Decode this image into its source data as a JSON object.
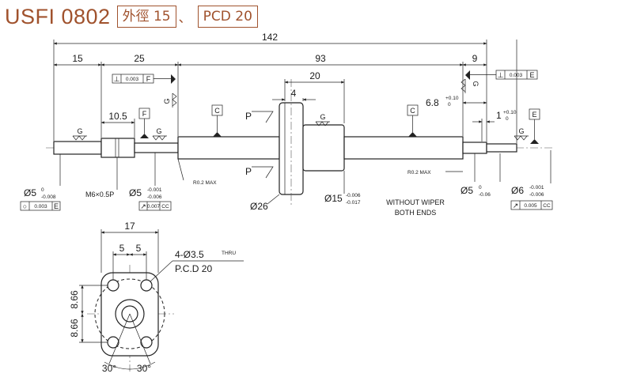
{
  "title": {
    "model": "USFI 0802",
    "tag1": "外徑 15",
    "separator": "、",
    "tag2": "PCD 20"
  },
  "dimensions": {
    "overall": "142",
    "left_end": "15",
    "journal": "25",
    "middle": "93",
    "right_end": "9",
    "flange_len": "20",
    "flange_th": "4",
    "dist": "6.8",
    "dist_upper": "+0.10",
    "dist_lower": "0",
    "step": "1",
    "step_upper": "+0.10",
    "step_lower": "0",
    "pilot": "10.5"
  },
  "labels": {
    "d5": "Ø5",
    "d5_tol_up": "0",
    "d5_tol_low": "-0.008",
    "thread": "M6×0.5P",
    "d5b": "Ø5",
    "d5b_tol_up": "-0.001",
    "d5b_tol_low": "-0.006",
    "r_left": "R0.2 MAX",
    "r_right": "R0.2 MAX",
    "d26": "Ø26",
    "d15": "Ø15",
    "d15_tol_up": "-0.006",
    "d15_tol_low": "-0.017",
    "wiper_1": "WITHOUT WIPER",
    "wiper_2": "BOTH ENDS",
    "d5c": "Ø5",
    "d5c_tol_up": "0",
    "d5c_tol_low": "-0.06",
    "d6": "Ø6",
    "d6_tol_up": "-0.001",
    "d6_tol_low": "-0.006",
    "datum_f": "F",
    "datum_c": "C",
    "datum_e": "E",
    "datum_g": "G",
    "datum_p": "P"
  },
  "tolerances": {
    "perp_left": {
      "sym": "⊥",
      "val": "0.003",
      "ref": "F"
    },
    "perp_right": {
      "sym": "⊥",
      "val": "0.003",
      "ref": "E"
    },
    "circ": {
      "sym": "○",
      "val": "0.003",
      "ref": "E"
    },
    "runout_1": {
      "sym": "↗",
      "val": "0.007",
      "ref": "CC"
    },
    "runout_2": {
      "sym": "↗",
      "val": "0.005",
      "ref": "CC"
    }
  },
  "flange_view": {
    "width": "17",
    "half1": "5",
    "half2": "5",
    "holes": "4-Ø3.5",
    "thru": "THRU",
    "pcd": "P.C.D 20",
    "v1": "8.66",
    "v2": "8.66",
    "angle1": "30°",
    "angle2": "30°"
  },
  "colors": {
    "accent": "#a0522d",
    "line": "#222222"
  }
}
